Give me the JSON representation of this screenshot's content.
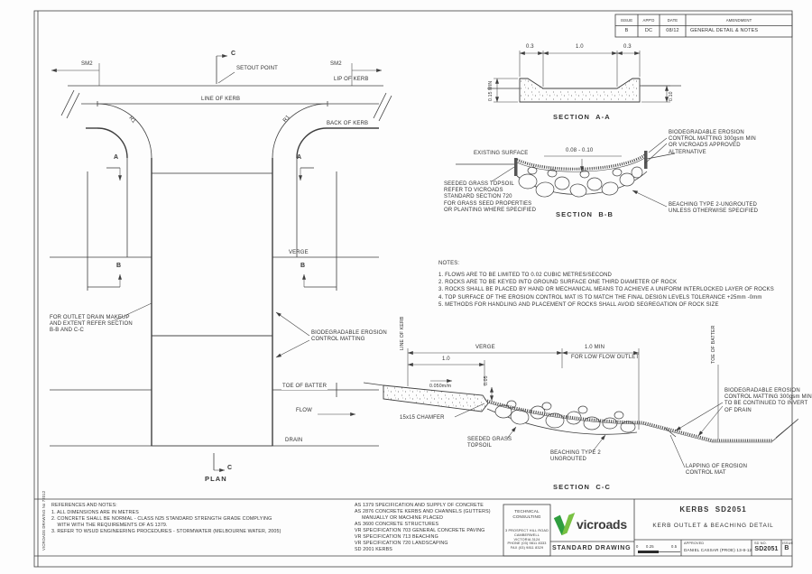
{
  "sheet": {
    "drawing_no_vertical": "VICROADS DRAWING No 72012"
  },
  "revisions": {
    "headers": [
      "ISSUE",
      "APP'D",
      "DATE",
      "AMENDMENT"
    ],
    "rows": [
      [
        "B",
        "DC",
        "08/12",
        "GENERAL DETAIL & NOTES"
      ]
    ]
  },
  "plan": {
    "title": "PLAN",
    "sm2_left": "SM2",
    "sm2_right": "SM2",
    "section_c_top": "C",
    "section_c_bottom": "C",
    "setout_point": "SETOUT POINT",
    "lip_of_kerb": "LIP OF KERB",
    "line_of_kerb": "LINE OF KERB",
    "back_of_kerb": "BACK OF KERB",
    "radius_left": "R1",
    "radius_right": "R1",
    "section_a_left": "A",
    "section_a_right": "A",
    "section_b_left": "B",
    "section_b_right": "B",
    "verge": "VERGE",
    "outlet_note": [
      "FOR OUTLET DRAIN MAKEUP",
      "AND EXTENT REFER SECTION",
      "B-B AND C-C"
    ],
    "matting_note": [
      "BIODEGRADABLE EROSION",
      "CONTROL MATTING"
    ],
    "toe_of_batter": "TOE OF BATTER",
    "flow": "FLOW",
    "drain": "DRAIN"
  },
  "section_aa": {
    "title": "SECTION  A-A",
    "dim_left": "0.3",
    "dim_mid": "1.0",
    "dim_right": "0.3",
    "dim_depth": "0.10",
    "dim_height": "0.15 MIN"
  },
  "section_bb": {
    "title": "SECTION  B-B",
    "existing_surface": "EXISTING SURFACE",
    "dim_depth": "0.08 - 0.10",
    "topsoil_note": [
      "SEEDED GRASS TOPSOIL",
      "REFER TO VICROADS",
      "STANDARD SECTION 720",
      "FOR GRASS SEED PROPERTIES",
      "OR PLANTING WHERE SPECIFIED"
    ],
    "matting_note": [
      "BIODEGRADABLE EROSION",
      "CONTROL MATTING 300gsm MIN",
      "OR VICROADS APPROVED",
      "ALTERNATIVE"
    ],
    "beaching_note": [
      "BEACHING TYPE 2-UNGROUTED",
      "UNLESS OTHERWISE SPECIFIED"
    ]
  },
  "notes": {
    "heading": "NOTES:",
    "items": [
      "1. FLOWS ARE TO BE LIMITED TO 0.02 CUBIC METRES/SECOND",
      "2. ROCKS ARE TO BE KEYED INTO GROUND SURFACE ONE THIRD DIAMETER OF ROCK",
      "3. ROCKS SHALL BE PLACED BY HAND OR MECHANICAL MEANS TO ACHIEVE A UNIFORM INTERLOCKED LAYER OF ROCKS",
      "4. TOP SURFACE OF THE EROSION CONTROL MAT IS TO MATCH THE FINAL DESIGN LEVELS TOLERANCE +25mm -0mm",
      "5. METHODS FOR HANDLING AND PLACEMENT OF ROCKS SHALL AVOID SEGREGATION OF ROCK SIZE"
    ]
  },
  "section_cc": {
    "title": "SECTION  C-C",
    "line_of_kerb": "LINE OF KERB",
    "verge": "VERGE",
    "dim_verge_offset": "1.0",
    "dim_low_flow": "1.0 MIN",
    "low_flow_caption": "FOR LOW FLOW OUTLET",
    "toe_of_batter": "TOE OF BATTER",
    "slope": "0.050m/m",
    "dim_drop": "0.05",
    "chamfer": "15x15 CHAMFER",
    "topsoil_note": [
      "SEEDED GRASS",
      "TOPSOIL"
    ],
    "beaching_note": [
      "BEACHING TYPE 2",
      "UNGROUTED"
    ],
    "matting_note": [
      "BIODEGRADABLE EROSION",
      "CONTROL MATTING 300gsm MIN",
      "TO BE CONTINUED TO INVERT",
      "OF DRAIN"
    ],
    "lapping_note": [
      "LAPPING OF EROSION",
      "CONTROL MAT"
    ]
  },
  "title_block": {
    "references": {
      "heading": "REFERENCES AND NOTES:",
      "items": [
        "1. ALL DIMENSIONS ARE IN METRES",
        "2. CONCRETE SHALL BE NORMAL - CLASS N25 STANDARD STRENGTH GRADE COMPLYING",
        "    WITH WITH THE REQUIREMENTS OF AS 1379.",
        "3. REFER TO WSUD ENGINEERING PROCEDURES - STORMWATER (MELBOURNE WATER, 2005)"
      ]
    },
    "specifications": [
      "AS 1379 SPECIFICATION AND SUPPLY OF CONCRETE",
      "AS 2876 CONCRETE KERBS AND CHANNELS (GUTTERS)",
      "     MANUALLY OR MACHINE PLACED",
      "AS 3600 CONCRETE STRUCTURES",
      "VR SPECIFICATION 703 GENERAL CONCRETE PAVING",
      "VR SPECIFICATION 713 BEACHING",
      "VR SPECIFICATION 720 LANDSCAPING",
      "SD 2001 KERBS"
    ],
    "consultant": {
      "name": [
        "TECHNICAL",
        "CONSULTING"
      ],
      "address": [
        "3 PROSPECT HILL ROAD",
        "CAMBERWELL",
        "VICTORIA 3124",
        "PHONE (03) 9811 8333",
        "FAX (03) 9811 8329"
      ]
    },
    "brand": {
      "logo_text": "vicroads",
      "caption": "STANDARD DRAWING"
    },
    "drawing": {
      "series": "KERBS  SD2051",
      "title": "KERB OUTLET & BEACHING DETAIL",
      "scale_ticks": [
        "0",
        "0.25",
        "0.5"
      ],
      "approved_label": "APPROVED",
      "approved_by": "DANIEL CASSAR (PROE) 13-8-12",
      "sd_label": "SD NO.",
      "sd_number": "SD2051",
      "issue_label": "ISSUE",
      "issue": "B"
    }
  },
  "colors": {
    "line": "#3f3f3f",
    "text": "#333333",
    "green_dark": "#2f9e3f",
    "green_light": "#79c143"
  }
}
